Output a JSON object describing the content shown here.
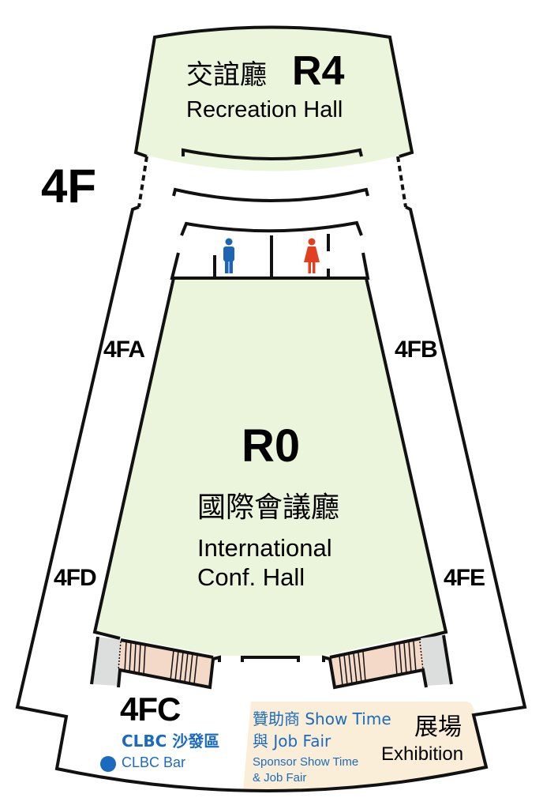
{
  "floor_label": "4F",
  "colors": {
    "hall_fill": "#ebf5db",
    "stairs_fill": "#f4d9c9",
    "exhibit_fill": "#fbeed8",
    "accent_blue": "#1a6bbf",
    "men_icon": "#1e64b4",
    "women_icon": "#e04020",
    "wall": "#111111",
    "gray_area": "#dcdedd"
  },
  "r4": {
    "cn": "交誼廳",
    "code": "R4",
    "en": "Recreation Hall"
  },
  "r0": {
    "code": "R0",
    "cn": "國際會議廳",
    "en_line1": "International",
    "en_line2": "Conf. Hall"
  },
  "zones": {
    "a": "4FA",
    "b": "4FB",
    "c": "4FC",
    "d": "4FD",
    "e": "4FE"
  },
  "restrooms": {
    "men_icon": "men-restroom-icon",
    "women_icon": "women-restroom-icon"
  },
  "clbc": {
    "cn": "CLBC 沙發區",
    "en": "CLBC Bar"
  },
  "sponsor": {
    "cn_line1": "贊助商 Show Time",
    "cn_line2": "與 Job Fair",
    "en_line1": "Sponsor Show Time",
    "en_line2": "& Job Fair"
  },
  "exhibition": {
    "cn": "展場",
    "en": "Exhibition"
  }
}
